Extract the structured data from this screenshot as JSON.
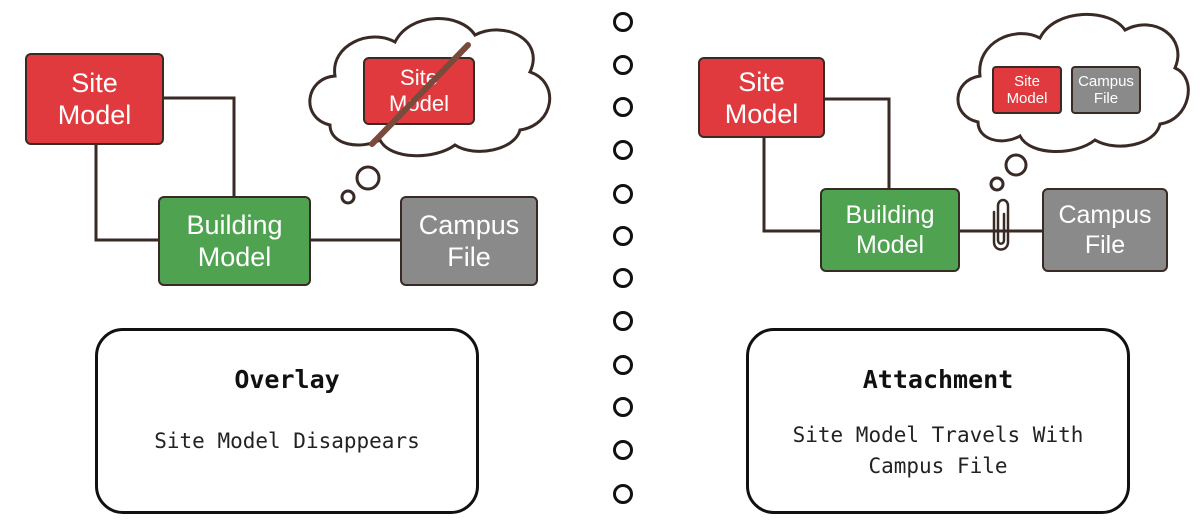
{
  "overlay": {
    "site_model": "Site\nModel",
    "building_model": "Building\nModel",
    "campus_file": "Campus\nFile",
    "thought_site_model": "Site\nModel",
    "title": "Overlay",
    "description": "Site Model Disappears"
  },
  "attachment": {
    "site_model": "Site\nModel",
    "building_model": "Building\nModel",
    "campus_file": "Campus\nFile",
    "thought_site_model": "Site\nModel",
    "thought_campus_file": "Campus\nFile",
    "title": "Attachment",
    "description": "Site Model Travels With\nCampus File"
  },
  "colors": {
    "site_model": "#e03a3e",
    "building_model": "#4fa350",
    "campus_file": "#8a8a8a",
    "line": "#3a2a26"
  },
  "icons": {
    "strike": "strikethrough-line",
    "link": "paperclip-icon",
    "divider": "binder-rings"
  }
}
